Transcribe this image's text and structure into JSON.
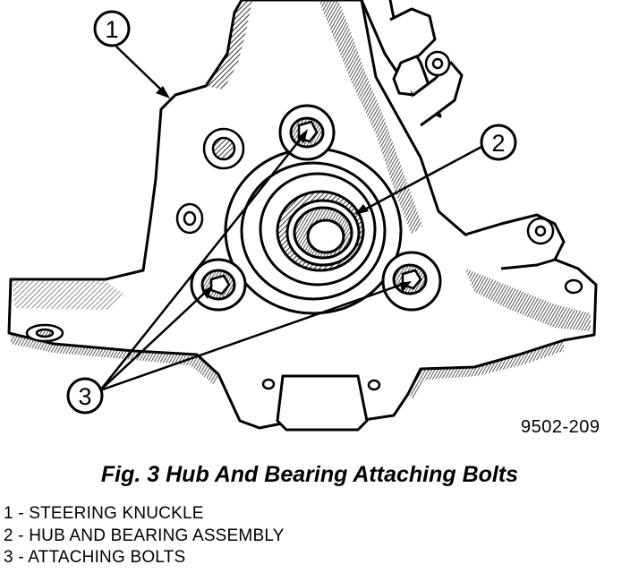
{
  "figure": {
    "code": "9502-209",
    "caption": "Fig. 3 Hub And Bearing Attaching Bolts"
  },
  "callouts": [
    {
      "number": "1"
    },
    {
      "number": "2"
    },
    {
      "number": "3"
    }
  ],
  "legend": [
    "1 - STEERING KNUCKLE",
    "2 - HUB AND BEARING ASSEMBLY",
    "3 - ATTACHING BOLTS"
  ]
}
